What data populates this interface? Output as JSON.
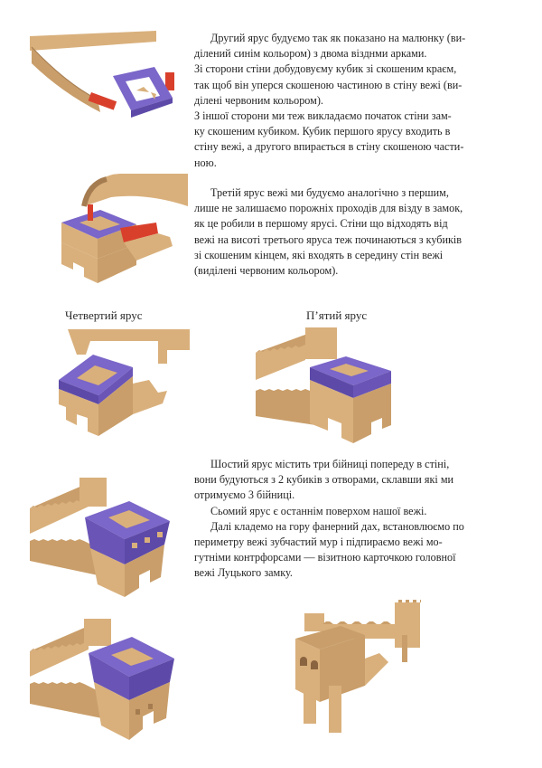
{
  "document": {
    "paragraphs": {
      "p1": {
        "l1": "Другий ярус будуємо так як показано на малюнку (ви-",
        "l2": "ділений синім кольором) з двома візднми арками.",
        "l3": "Зі сторони стіни добудовуєму кубик зі скошеним краєм,",
        "l4": "так щоб він уперся скошеною частиною в стіну вежі (ви-",
        "l5": "ділені червоним кольором).",
        "l6": "З іншої сторони ми теж викладаємо початок стіни зам-",
        "l7": "ку скошеним кубиком. Кубик першого ярусу входить в",
        "l8": "стіну вежі, а другого впирається в стіну скошеною части-",
        "l9": "ною."
      },
      "p2": {
        "l1": "Третій ярус вежі ми будуємо аналогічно з першим,",
        "l2": "лише не залишаємо порожніх проходів для візду в замок,",
        "l3": "як це робили в першому ярусі. Стіни що відходять від",
        "l4": "вежі на висоті третього яруса теж починаються з кубиків",
        "l5": "зі скошеним кінцем, які входять в середину стін вежі",
        "l6": "(виділені червоним кольором)."
      },
      "p3": {
        "l1": "Шостий ярус містить три бійниці попереду в стіні,",
        "l2": "вони будуються з 2 кубиків з отворами, склавши які ми",
        "l3": "отримуємо 3 бійниці.",
        "l4": "Сьомий ярус є останнім поверхом нашої вежі.",
        "l5": "Далі кладемо на гору фанерний дах, встановлюємо по",
        "l6": "периметру вежі зубчастий мур і підпираємо вежі мо-",
        "l7": "гутніми контрфорсами — візитною карточкою головної",
        "l8": "вежі Луцького замку."
      }
    },
    "captions": {
      "tier4": "Четвертий ярус",
      "tier5": "П’ятий ярус"
    },
    "figures": [
      {
        "id": "tier2",
        "alt": "tower second tier with blue highlighted ring and red angled cubes"
      },
      {
        "id": "tier3",
        "alt": "tower third tier with blue ring and red angled wall cubes"
      },
      {
        "id": "tier4",
        "alt": "tower fourth tier blue ring"
      },
      {
        "id": "tier5",
        "alt": "tower fifth tier blue ring with crenellated walls"
      },
      {
        "id": "tier6",
        "alt": "tower sixth tier with three embrasures"
      },
      {
        "id": "tier7",
        "alt": "tower seventh tier top ring"
      },
      {
        "id": "final",
        "alt": "finished tower with crenellations and buttresses"
      }
    ],
    "colors": {
      "brick": "#d9b07c",
      "brick_dark": "#b8895a",
      "blue_highlight": "#7b66c9",
      "red_highlight": "#d9402c",
      "text": "#262626"
    }
  }
}
